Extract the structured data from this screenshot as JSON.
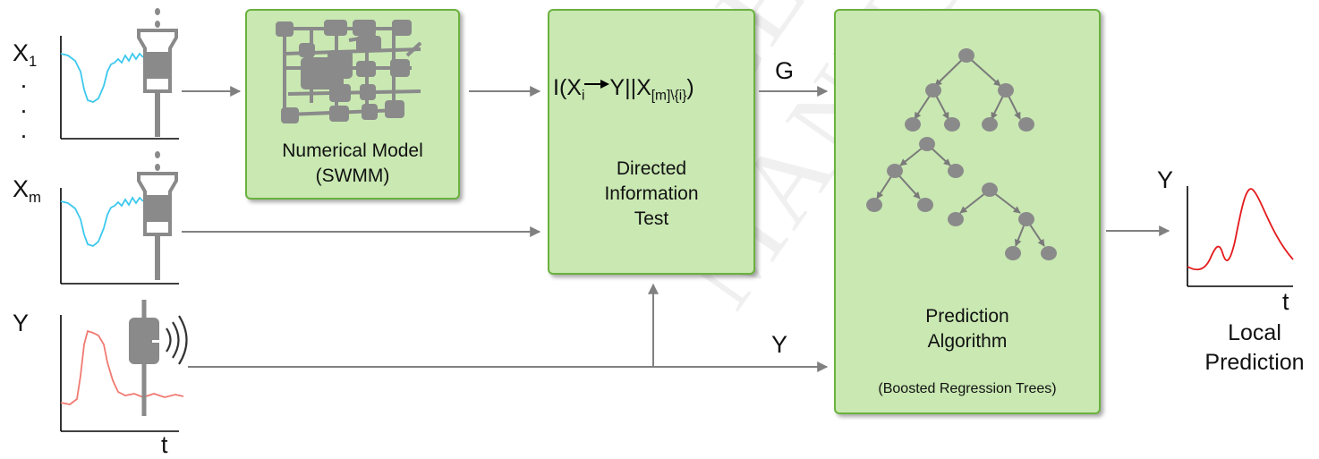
{
  "inputs": {
    "x1": {
      "base": "X",
      "sub": "1"
    },
    "xm": {
      "base": "X",
      "sub": "m"
    },
    "y": "Y",
    "dots": [
      "·",
      "·",
      "·"
    ],
    "time_axis": "t"
  },
  "numerical_model": {
    "line1": "Numerical Model",
    "line2": "(SWMM)"
  },
  "di_test": {
    "formula": {
      "a": "I(X",
      "a_sub": "i",
      "b": "Y||X",
      "b_sub": "[m]\\{i}",
      "c": ")"
    },
    "line1": "Directed",
    "line2": "Information",
    "line3": "Test"
  },
  "edge_labels": {
    "g": "G",
    "y": "Y"
  },
  "prediction": {
    "line1": "Prediction",
    "line2": "Algorithm",
    "line3": "(Boosted Regression Trees)"
  },
  "output": {
    "y": "Y",
    "t": "t",
    "line1": "Local",
    "line2": "Prediction"
  },
  "colors": {
    "box_fill": "#c9e8b2",
    "box_border": "#6ab23e",
    "arrow": "#808080",
    "upstream_signal": "#3cc8ee",
    "downstream_signal": "#f07a72",
    "prediction_signal": "#e41a1c",
    "icon_gray": "#8a8a8a"
  },
  "watermark": "ACCEPTED MANUSCRIPT"
}
